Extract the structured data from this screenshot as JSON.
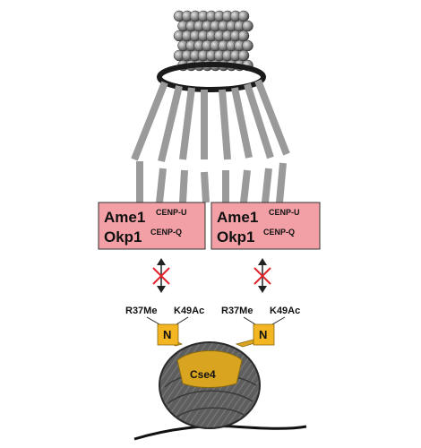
{
  "boxes": [
    {
      "protein1": "Ame1",
      "protein1_sup": "CENP-U",
      "protein2": "Okp1",
      "protein2_sup": "CENP-Q"
    },
    {
      "protein1": "Ame1",
      "protein1_sup": "CENP-U",
      "protein2": "Okp1",
      "protein2_sup": "CENP-Q"
    }
  ],
  "histone_marks": [
    {
      "methyl": "R37Me",
      "acetyl": "K49Ac",
      "tail": "N"
    },
    {
      "methyl": "R37Me",
      "acetyl": "K49Ac",
      "tail": "N"
    }
  ],
  "nucleosome_label": "Cse4",
  "colors": {
    "box_fill": "#f2a0a6",
    "box_stroke": "#333333",
    "n_box": "#f3b521",
    "cse4": "#d9a520",
    "nucleosome": "#6a6a6a",
    "rods": "#9a9a9a",
    "blocked_x": "#e0262c"
  }
}
